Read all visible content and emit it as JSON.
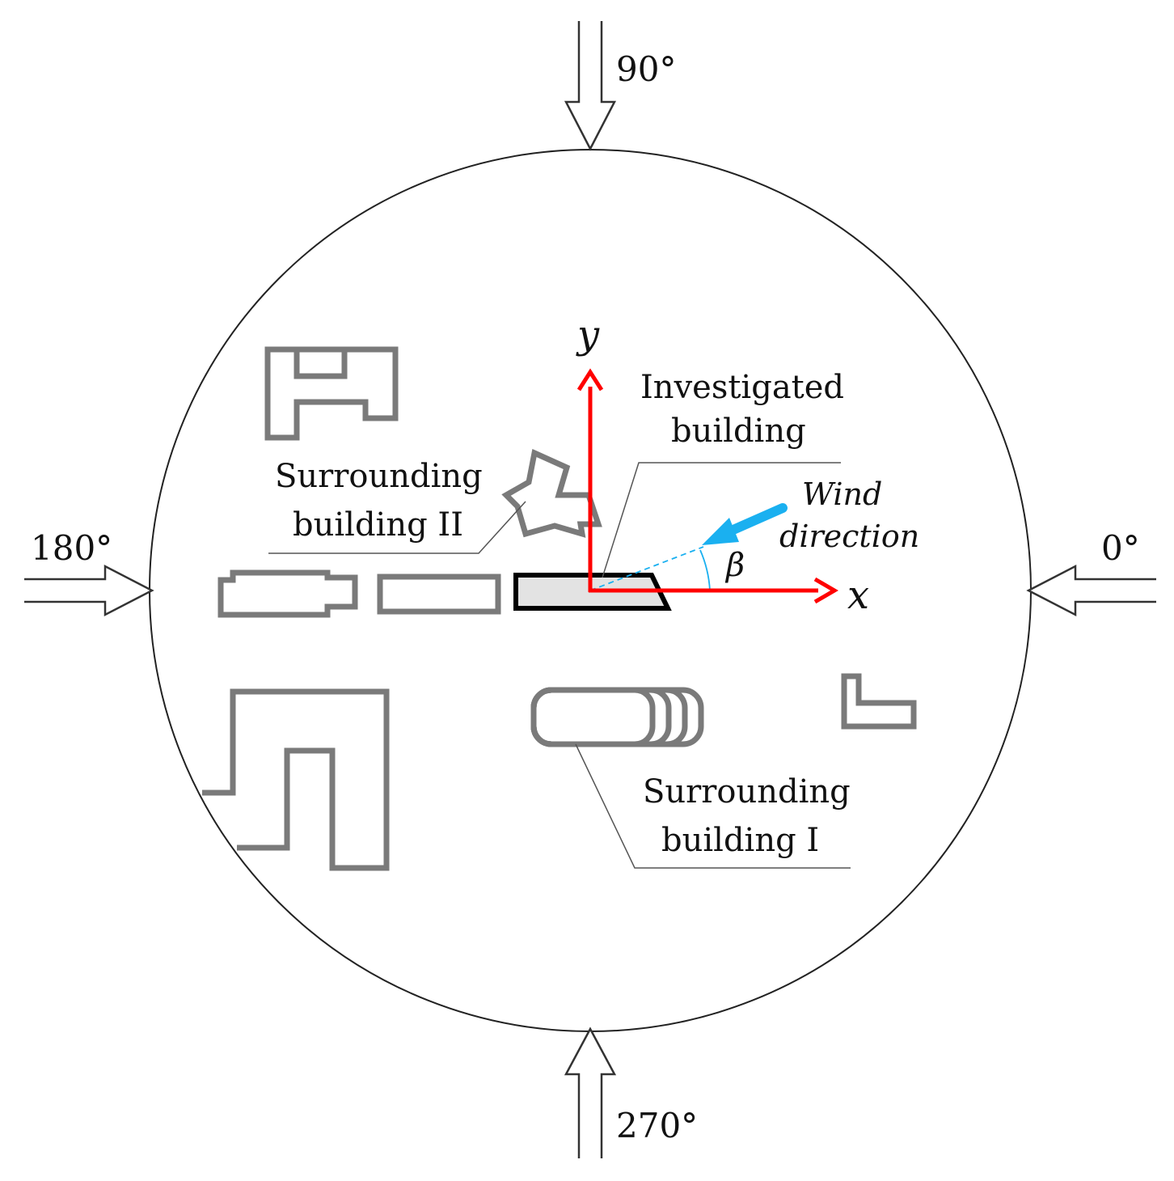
{
  "wind_arrows": {
    "north_label": "90°",
    "west_label": "180°",
    "east_label": "0°",
    "south_label": "270°"
  },
  "axes": {
    "x_label": "x",
    "y_label": "y",
    "angle_label": "β",
    "color": "#ff0000"
  },
  "wind_direction": {
    "line1": "Wind",
    "line2": "direction",
    "color": "#1ab0f0"
  },
  "labels": {
    "investigated_line1": "Investigated",
    "investigated_line2": "building",
    "surrounding_ii_line1": "Surrounding",
    "surrounding_ii_line2": "building II",
    "surrounding_i_line1": "Surrounding",
    "surrounding_i_line2": "building I"
  },
  "colors": {
    "building_outline": "#7a7a7a",
    "investigated_fill": "#e3e3e3",
    "investigated_outline": "#000000"
  }
}
